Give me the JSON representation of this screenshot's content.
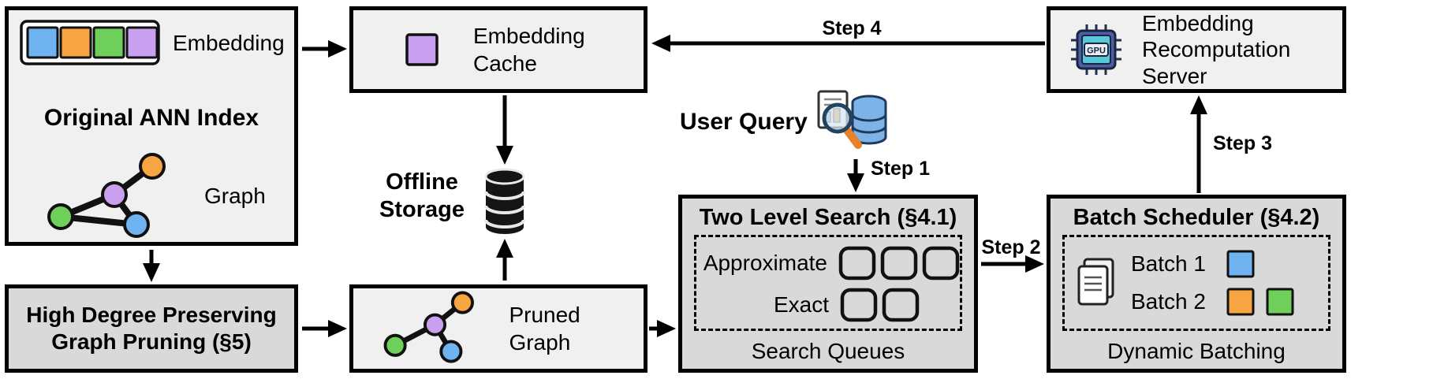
{
  "colors": {
    "blue": "#6FB3F0",
    "orange": "#F7A541",
    "green": "#6ECF5A",
    "purple": "#C9A0F0",
    "box_light": "#F0F0F0",
    "box_dark": "#D9D9D9",
    "line": "#000000",
    "db_blue": "#7EB3E8",
    "magnifier_orange": "#E8822A",
    "chip_body": "#4A5FA5",
    "chip_inner": "#58C7D8"
  },
  "ann_index": {
    "title": "Original ANN Index",
    "embedding_label": "Embedding",
    "graph_label": "Graph"
  },
  "embedding_cache": {
    "label": "Embedding Cache"
  },
  "recomputation_server": {
    "label": "Embedding Recomputation Server",
    "gpu_text": "GPU"
  },
  "offline_storage": {
    "label": "Offline Storage"
  },
  "user_query": {
    "label": "User Query"
  },
  "two_level_search": {
    "title": "Two Level Search (§4.1)",
    "approximate_label": "Approximate",
    "exact_label": "Exact",
    "footer": "Search Queues"
  },
  "batch_scheduler": {
    "title": "Batch Scheduler (§4.2)",
    "batch1_label": "Batch 1",
    "batch2_label": "Batch 2",
    "footer": "Dynamic Batching"
  },
  "graph_pruning": {
    "title": "High Degree Preserving Graph Pruning (§5)"
  },
  "pruned_graph": {
    "label": "Pruned Graph"
  },
  "steps": {
    "step1": "Step 1",
    "step2": "Step 2",
    "step3": "Step 3",
    "step4": "Step 4"
  }
}
